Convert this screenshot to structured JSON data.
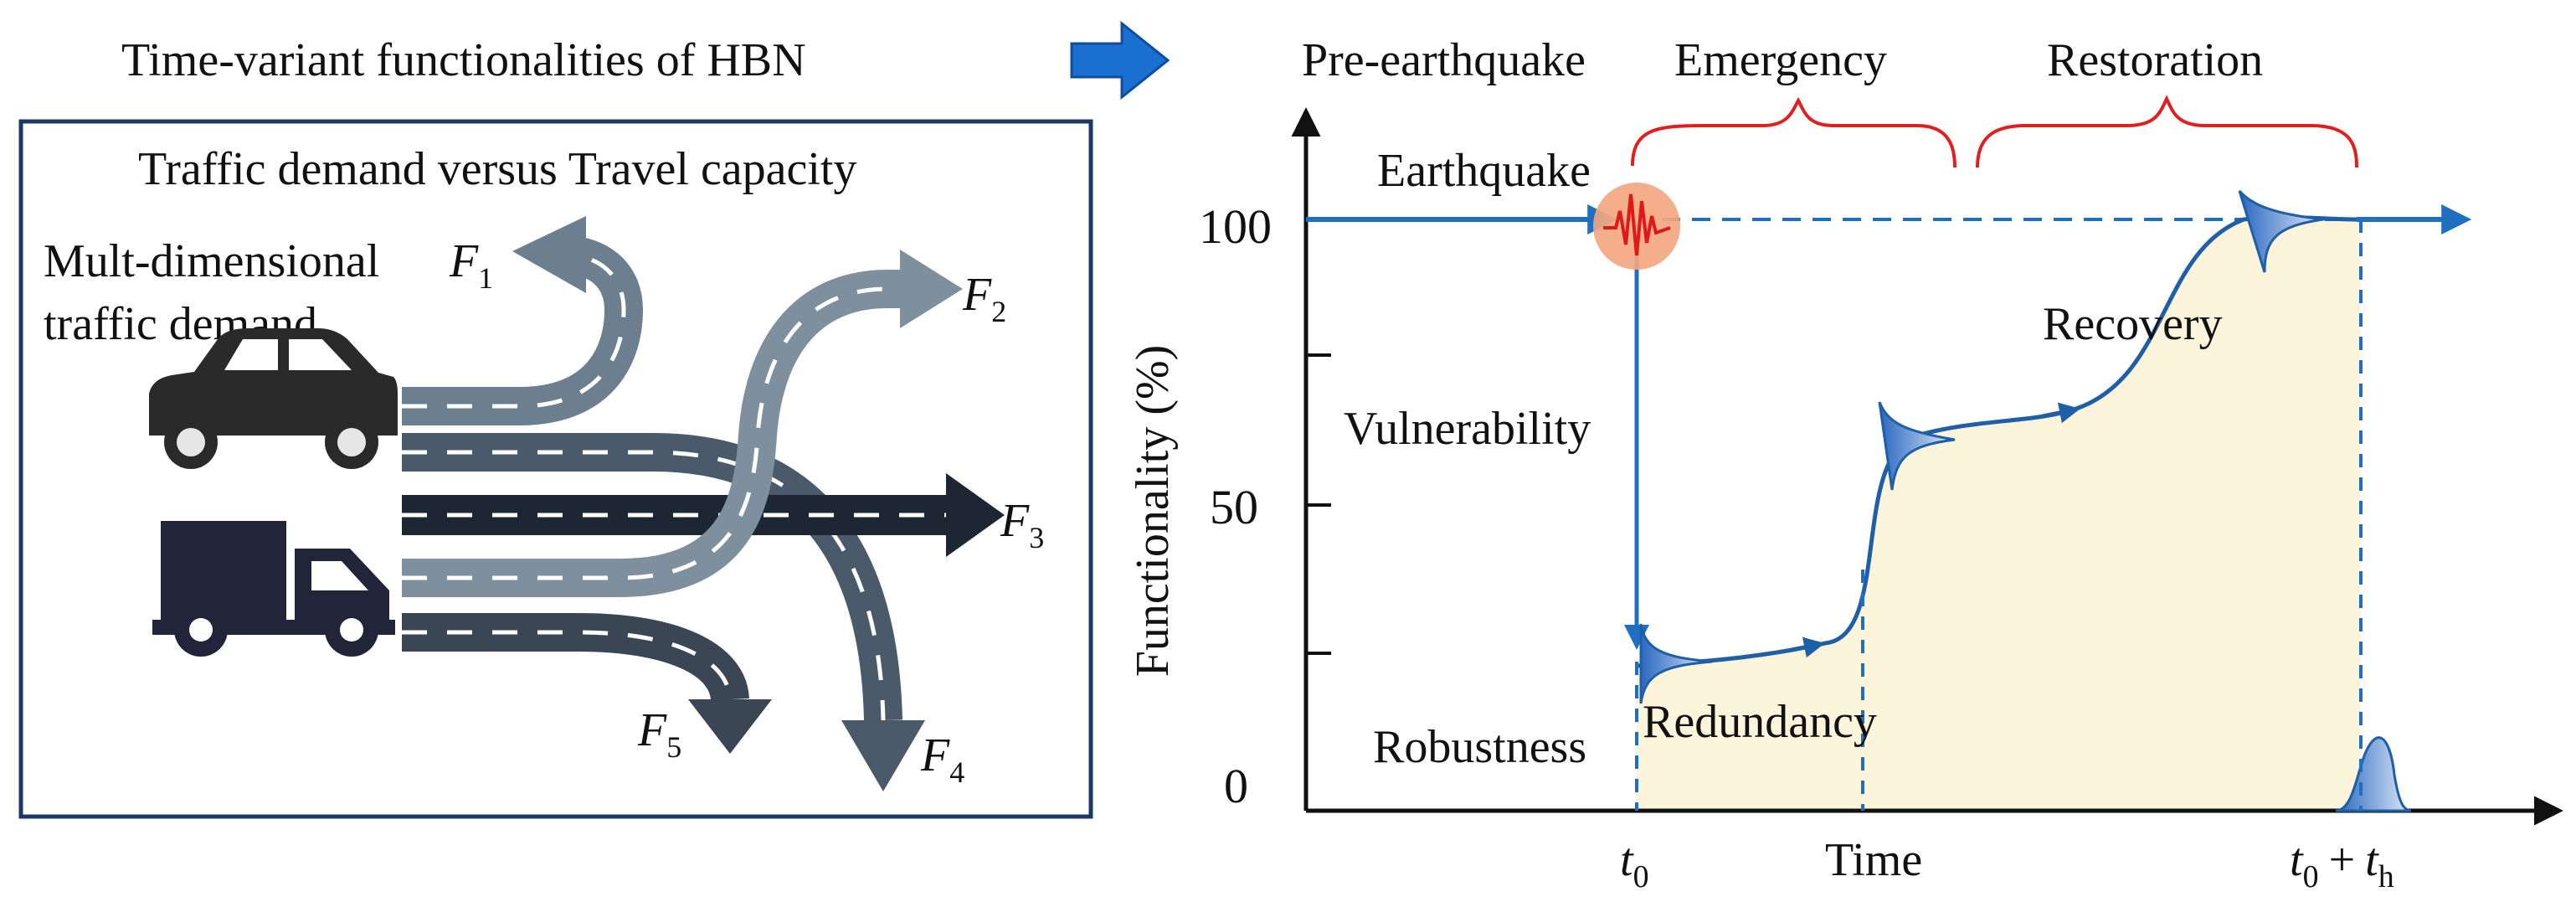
{
  "left_panel": {
    "heading": "Time-variant functionalities of HBN",
    "box_title": "Traffic demand versus Travel capacity",
    "demand_label_line1": "Mult-dimensional",
    "demand_label_line2": "traffic demand",
    "flows": [
      {
        "symbol": "F",
        "sub": "1"
      },
      {
        "symbol": "F",
        "sub": "2"
      },
      {
        "symbol": "F",
        "sub": "3"
      },
      {
        "symbol": "F",
        "sub": "4"
      },
      {
        "symbol": "F",
        "sub": "5"
      }
    ],
    "vehicles": [
      "car-icon",
      "truck-icon"
    ]
  },
  "right_panel": {
    "phases": [
      "Pre-earthquake",
      "Emergency",
      "Restoration"
    ],
    "event_label": "Earthquake",
    "ylabel": "Functionality (%)",
    "xlabel": "Time",
    "yticks": [
      "100",
      "50",
      "0"
    ],
    "t0": {
      "main": "t",
      "sub": "0"
    },
    "th": {
      "main1": "t",
      "sub1": "0",
      "plus": "+",
      "main2": "t",
      "sub2": "h"
    },
    "annotations": [
      "Vulnerability",
      "Robustness",
      "Redundancy",
      "Recovery"
    ]
  },
  "colors": {
    "frame": "#1f3864",
    "curve": "#1f5fa8",
    "axis": "#111111",
    "brace": "#e02020",
    "fill": "#fdf4dc",
    "arrow_block": "#1a6fd1"
  }
}
